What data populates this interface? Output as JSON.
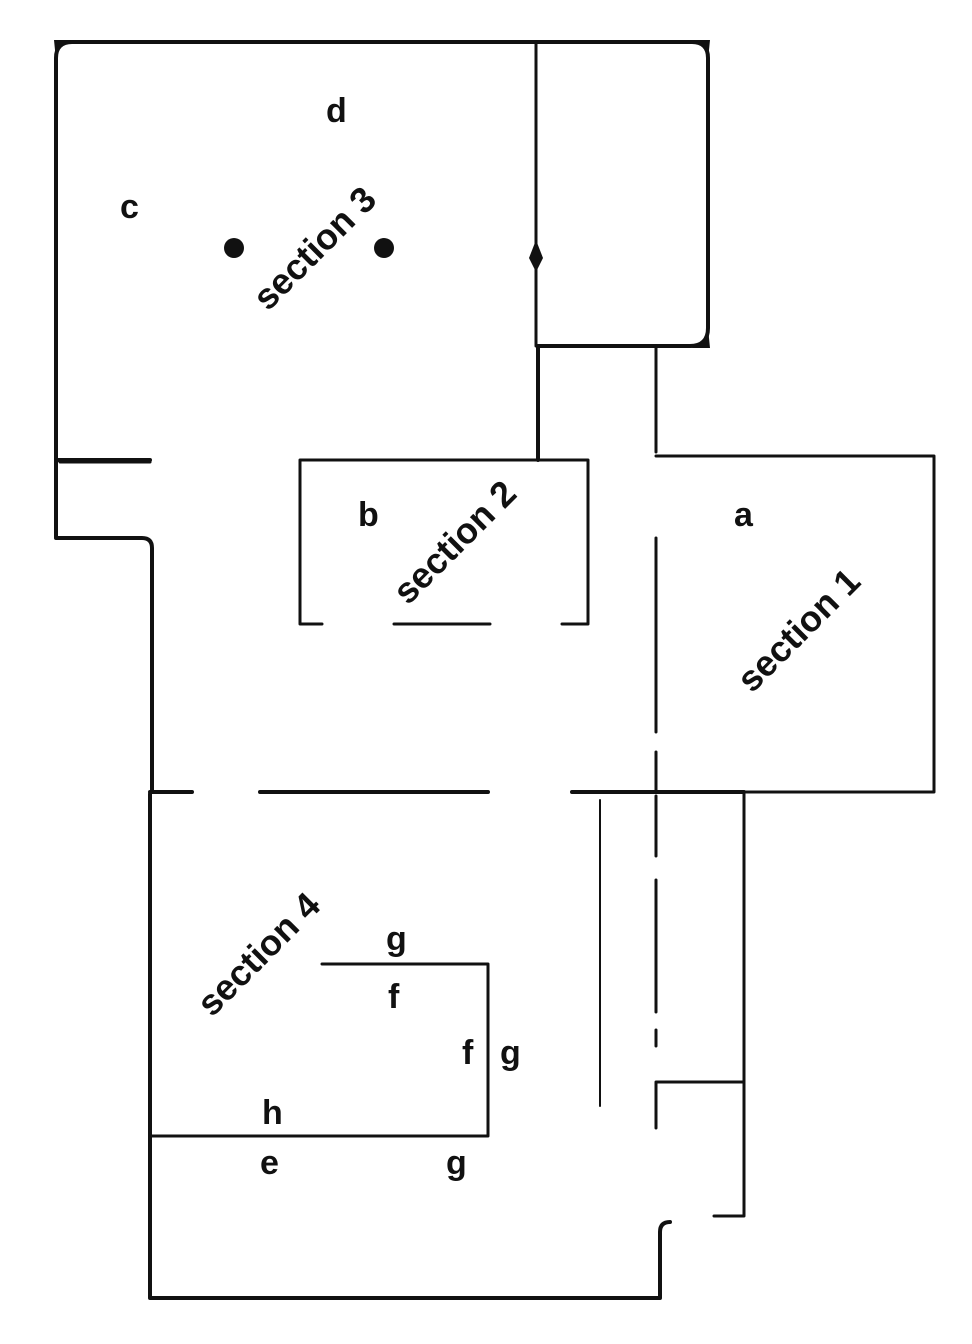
{
  "sections": [
    {
      "id": "section1",
      "label": "section 1"
    },
    {
      "id": "section2",
      "label": "section 2"
    },
    {
      "id": "section3",
      "label": "section 3"
    },
    {
      "id": "section4",
      "label": "section 4"
    }
  ],
  "letters": {
    "a": "a",
    "b": "b",
    "c": "c",
    "d": "d",
    "e": "e",
    "f_top": "f",
    "f_right": "f",
    "g_top": "g",
    "g_right": "g",
    "g_bottom": "g",
    "h": "h"
  },
  "colors": {
    "line": "#111111",
    "background": "#ffffff"
  }
}
